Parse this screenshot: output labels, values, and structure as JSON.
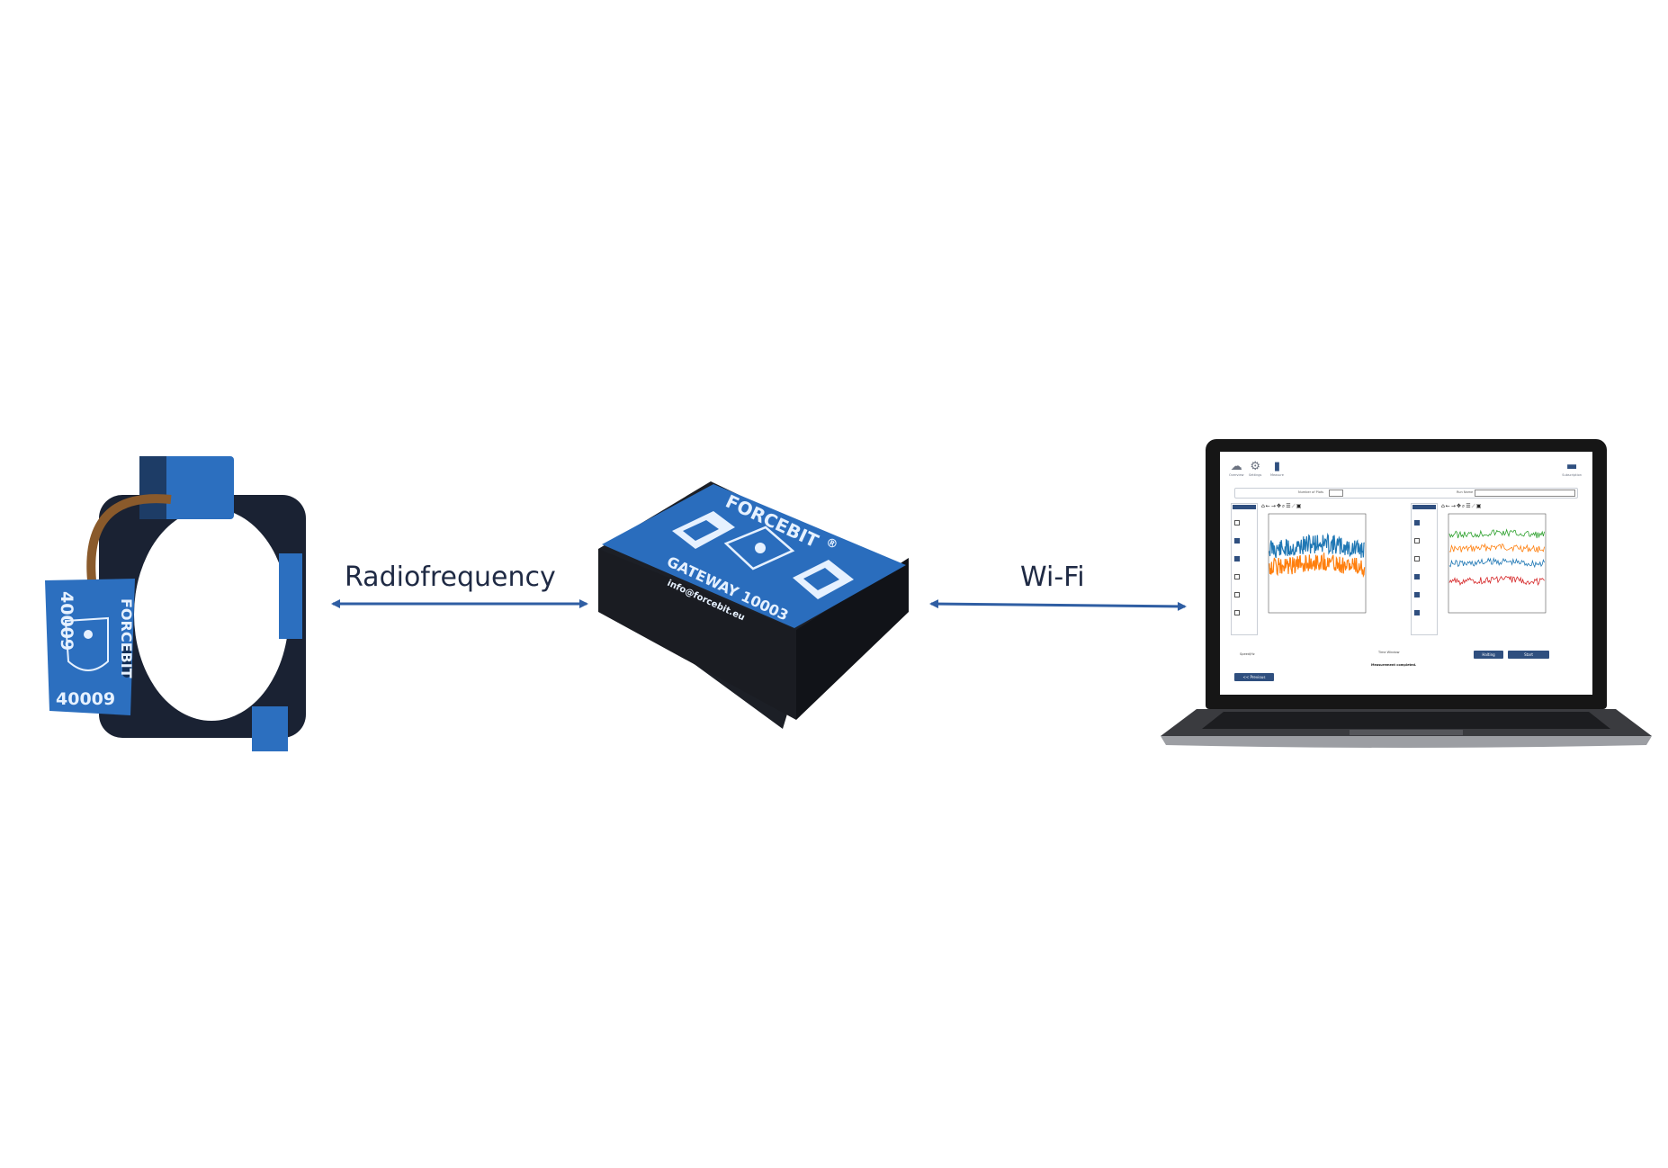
{
  "connections": {
    "left_label": "Radiofrequency",
    "right_label": "Wi-Fi"
  },
  "sensor": {
    "id_top": "40009",
    "id_bottom": "40009",
    "brand": "FORCEBIT"
  },
  "gateway": {
    "brand": "FORCEBIT",
    "registered": "®",
    "model": "GATEWAY 10003",
    "email": "info@forcebit.eu"
  },
  "laptop_ui": {
    "nav": [
      {
        "label": "Overview",
        "icon": "cloud-icon"
      },
      {
        "label": "Settings",
        "icon": "gears-icon"
      },
      {
        "label": "Measure",
        "icon": "bar-chart-icon"
      }
    ],
    "subscription_label": "Subscription",
    "plots_label": "Number of Plots",
    "run_label": "Run Name",
    "previous_button": "<< Previous",
    "halt_button": "Halting",
    "start_button": "Start",
    "status": "Measurement completed.",
    "speed_label": "Speed/Hz",
    "time_label": "Time Window"
  },
  "colors": {
    "accent": "#2f5ea3",
    "device_blue": "#2a6dbd",
    "ui_blue": "#2f4f7f",
    "arrow": "#2f5ea3",
    "text": "#1f2a44"
  }
}
